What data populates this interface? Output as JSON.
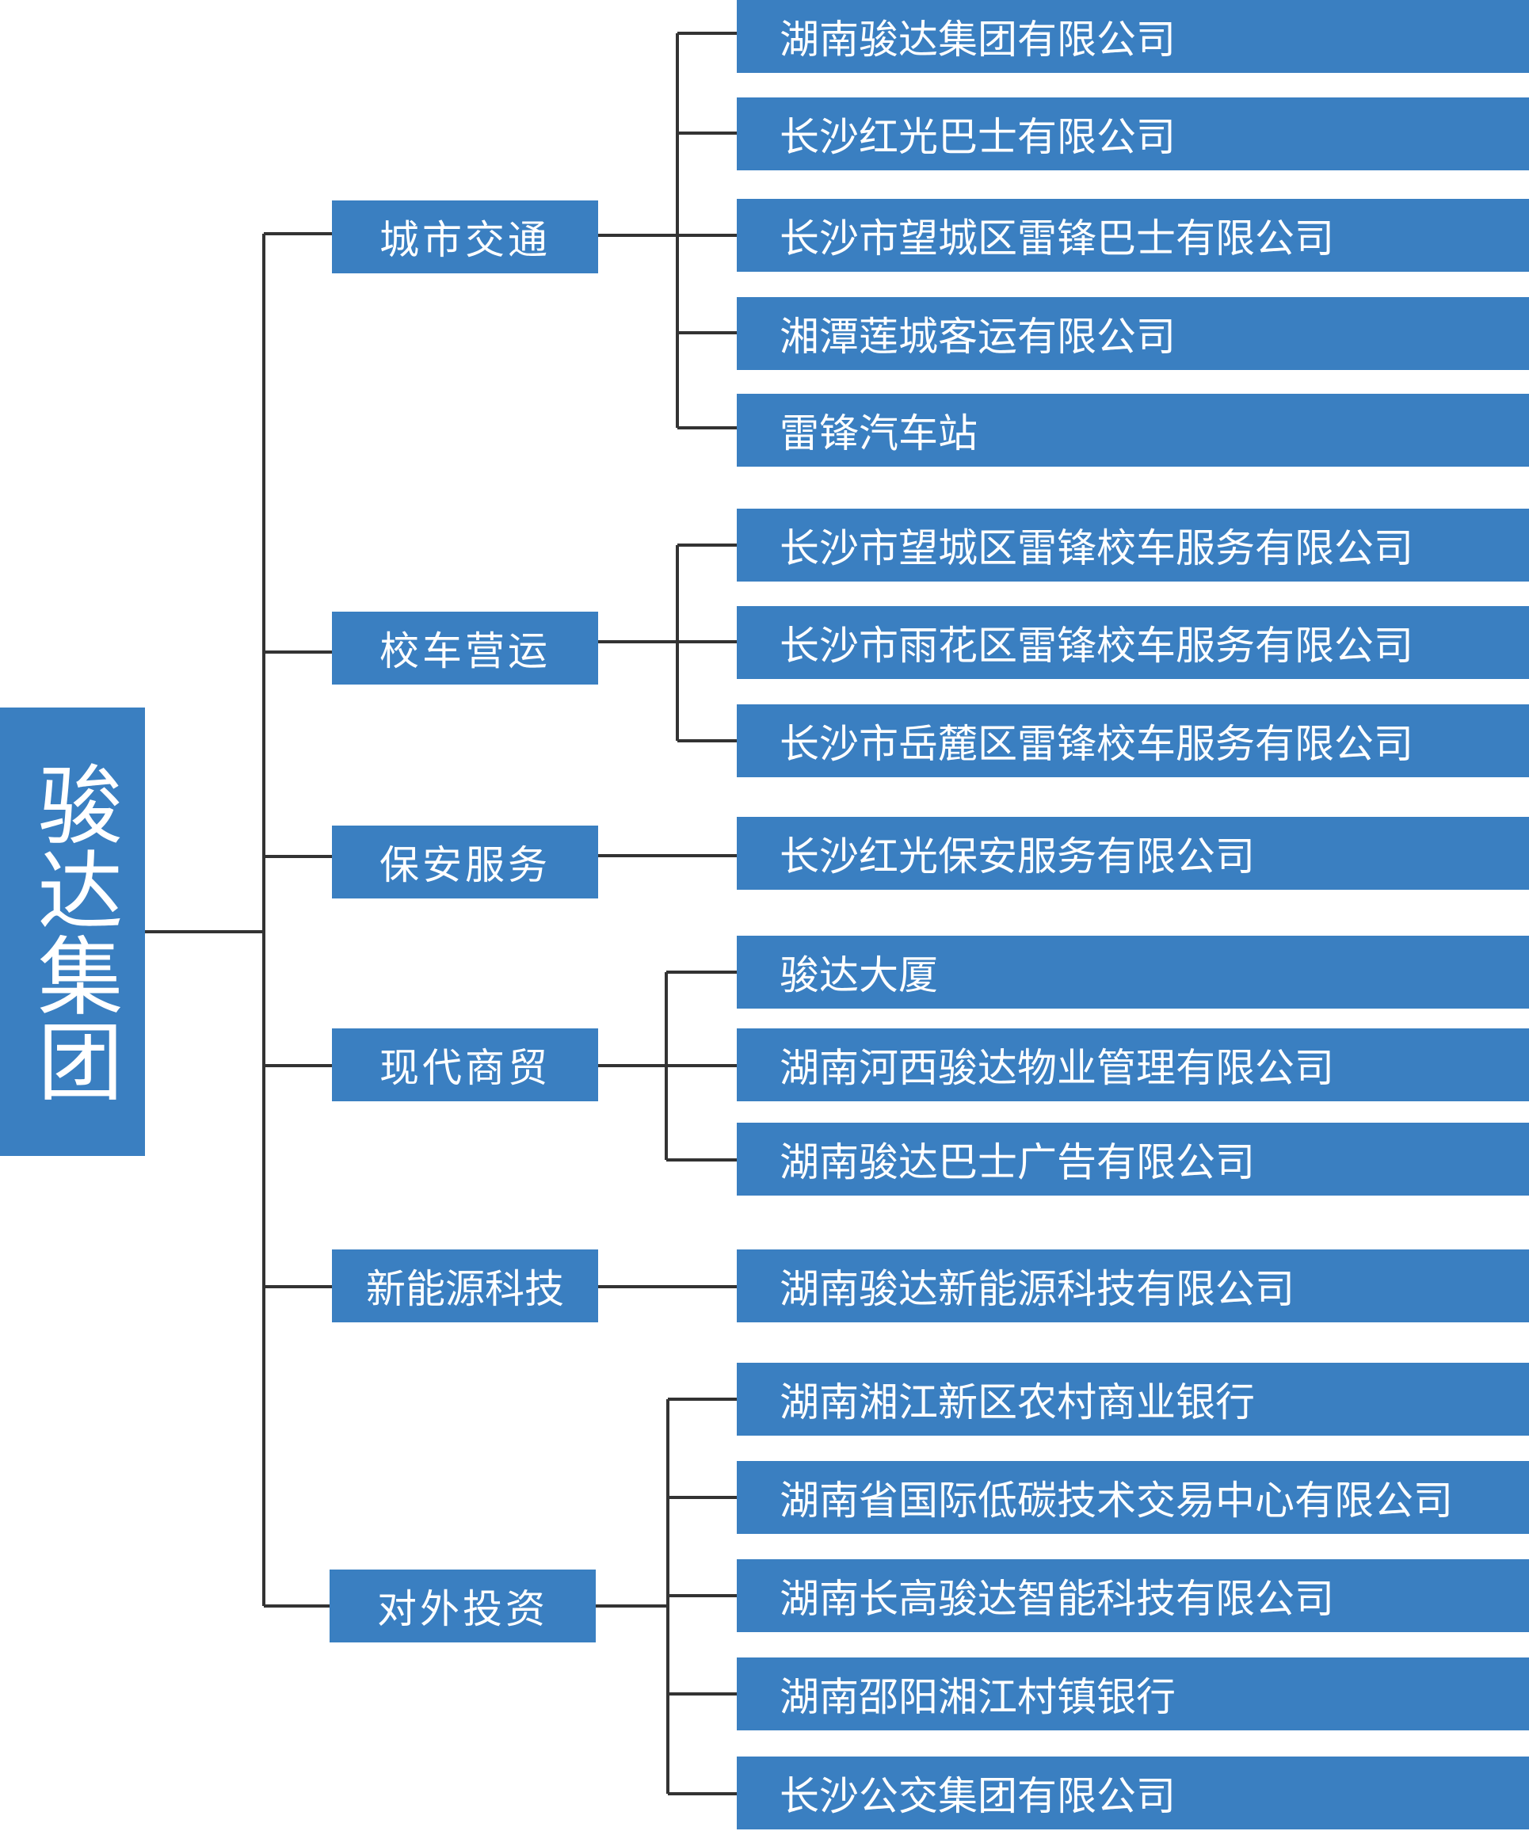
{
  "root": {
    "label": "骏达集团"
  },
  "categories": [
    {
      "label": "城市交通",
      "children": [
        "湖南骏达集团有限公司",
        "长沙红光巴士有限公司",
        "长沙市望城区雷锋巴士有限公司",
        "湘潭莲城客运有限公司",
        "雷锋汽车站"
      ]
    },
    {
      "label": "校车营运",
      "children": [
        "长沙市望城区雷锋校车服务有限公司",
        "长沙市雨花区雷锋校车服务有限公司",
        "长沙市岳麓区雷锋校车服务有限公司"
      ]
    },
    {
      "label": "保安服务",
      "children": [
        "长沙红光保安服务有限公司"
      ]
    },
    {
      "label": "现代商贸",
      "children": [
        "骏达大厦",
        "湖南河西骏达物业管理有限公司",
        "湖南骏达巴士广告有限公司"
      ]
    },
    {
      "label": "新能源科技",
      "children": [
        "湖南骏达新能源科技有限公司"
      ]
    },
    {
      "label": "对外投资",
      "children": [
        "湖南湘江新区农村商业银行",
        "湖南省国际低碳技术交易中心有限公司",
        "湖南长高骏达智能科技有限公司",
        "湖南邵阳湘江村镇银行",
        "长沙公交集团有限公司"
      ]
    }
  ],
  "colors": {
    "box": "#3a7fc1",
    "text": "#ffffff",
    "connector": "#333333"
  }
}
